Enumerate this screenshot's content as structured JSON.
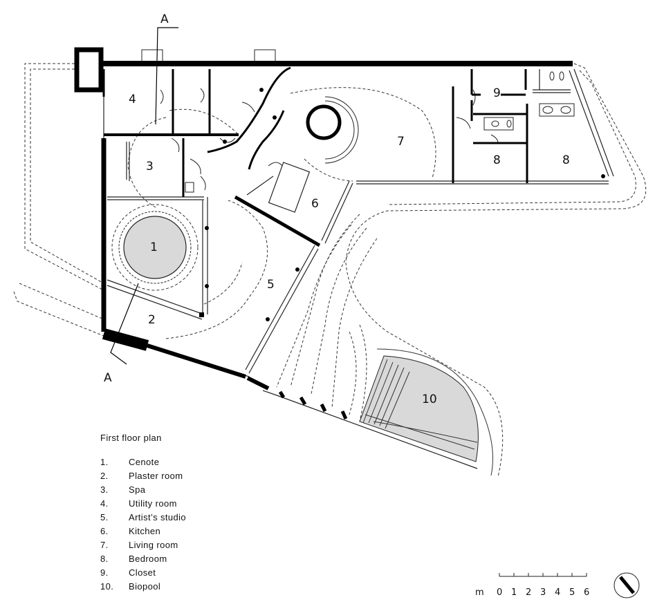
{
  "section_label": "A",
  "legend": {
    "title": "First floor plan",
    "items": [
      {
        "num": "1.",
        "name": "Cenote"
      },
      {
        "num": "2.",
        "name": "Plaster room"
      },
      {
        "num": "3.",
        "name": "Spa"
      },
      {
        "num": "4.",
        "name": "Utility room"
      },
      {
        "num": "5.",
        "name": "Artist’s studio"
      },
      {
        "num": "6.",
        "name": "Kitchen"
      },
      {
        "num": "7.",
        "name": "Living room"
      },
      {
        "num": "8.",
        "name": "Bedroom"
      },
      {
        "num": "9.",
        "name": "Closet"
      },
      {
        "num": "10.",
        "name": "Biopool"
      }
    ]
  },
  "room_numbers": [
    "1",
    "2",
    "3",
    "4",
    "5",
    "6",
    "7",
    "8",
    "8",
    "9",
    "10"
  ],
  "scale_bar": {
    "unit": "m",
    "ticks": [
      "0",
      "1",
      "2",
      "3",
      "4",
      "5",
      "6"
    ]
  },
  "colors": {
    "wall": "#000000",
    "pool_fill": "#d9d9d9",
    "line": "#222222"
  }
}
